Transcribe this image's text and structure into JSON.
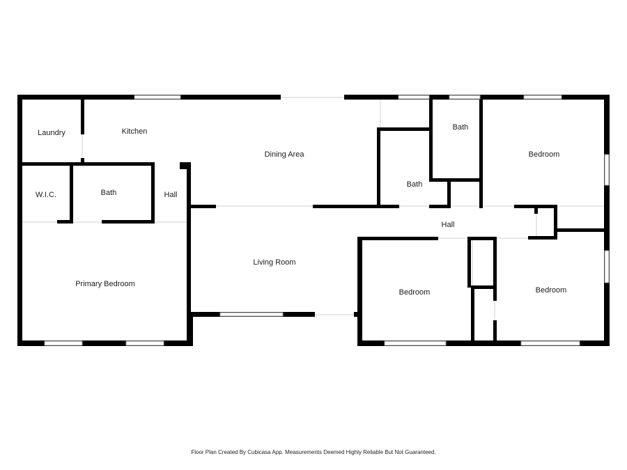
{
  "rooms": {
    "laundry": "Laundry",
    "kitchen": "Kitchen",
    "dining_area": "Dining Area",
    "bath_top": "Bath",
    "bedroom_top_right": "Bedroom",
    "wic": "W.I.C.",
    "bath_primary": "Bath",
    "hall_left": "Hall",
    "bath_center": "Bath",
    "hall_right": "Hall",
    "living_room": "Living Room",
    "primary_bedroom": "Primary Bedroom",
    "bedroom_center": "Bedroom",
    "bedroom_bottom_right": "Bedroom"
  },
  "footer": {
    "text": "Floor Plan Created By Cubicasa App. Measurements Deemed Highly Reliable But Not Guaranteed."
  }
}
